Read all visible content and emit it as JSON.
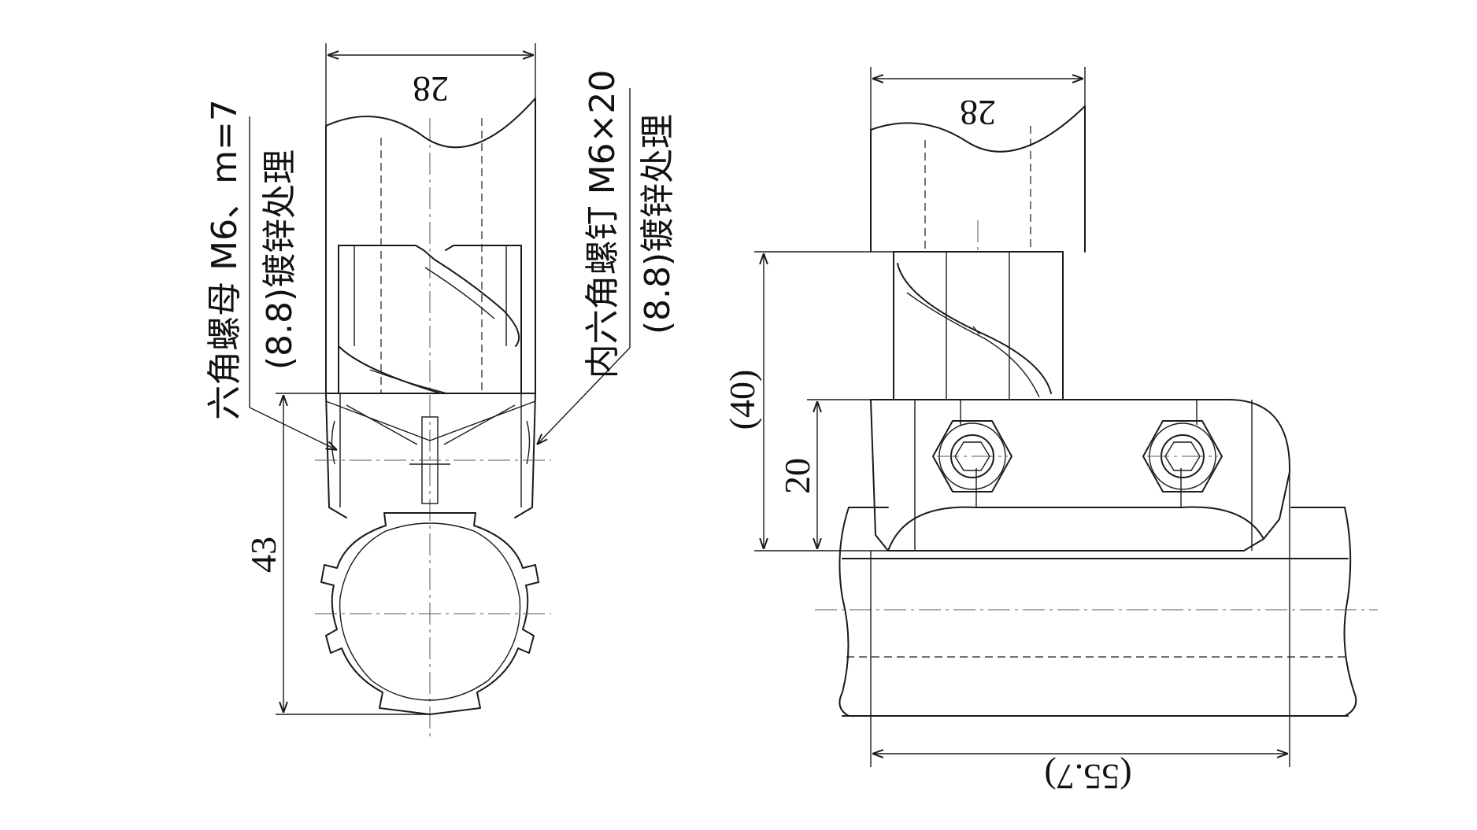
{
  "left_view": {
    "dim_width": "28",
    "dim_height": "43",
    "note_nut_line1": "六角螺母 M6、m=7",
    "note_nut_line2": "(8.8)镀锌处理",
    "note_bolt_line1": "内六角螺钉 M6×20",
    "note_bolt_line2": "(8.8)镀锌处理"
  },
  "right_view": {
    "dim_width": "28",
    "dim_height_outer": "(40)",
    "dim_height_inner": "20",
    "dim_length": "(55.7)"
  }
}
